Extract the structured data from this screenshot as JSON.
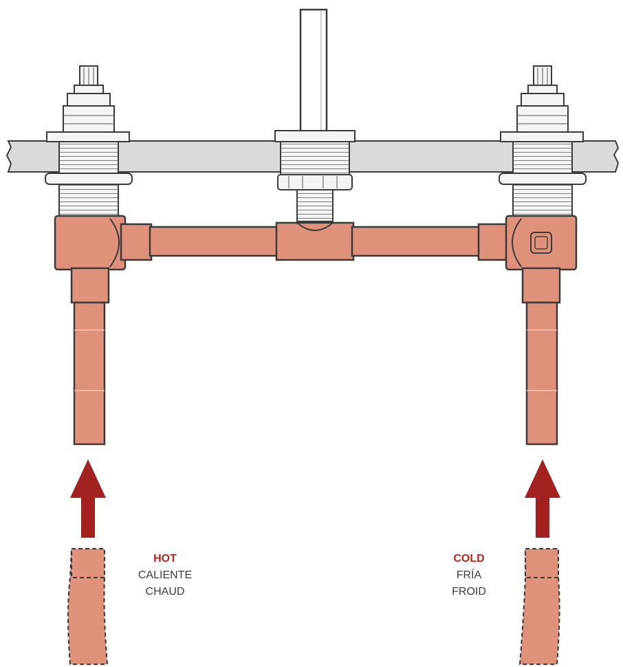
{
  "colors": {
    "copper": "#E0917A",
    "copper_dark": "#C9785F",
    "outline": "#3a3a3a",
    "deck": "#DADADA",
    "chrome": "#F2F2F2",
    "arrow": "#A3221F",
    "hot_label": "#B3261E",
    "cold_label": "#B3261E"
  },
  "labels": {
    "hot": {
      "title": "HOT",
      "spanish": "CALIENTE",
      "french": "CHAUD"
    },
    "cold": {
      "title": "COLD",
      "spanish": "FRÍA",
      "french": "FROID"
    }
  },
  "icons": {
    "hot_arrow": "up-arrow-icon",
    "cold_arrow": "up-arrow-icon"
  }
}
